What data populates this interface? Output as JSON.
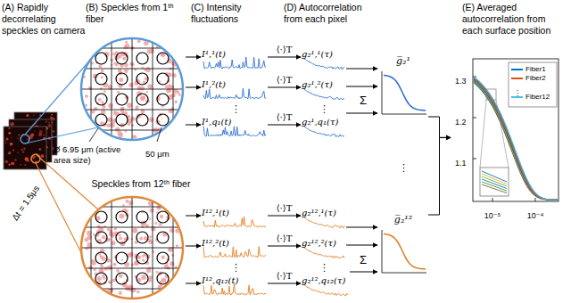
{
  "diagram": {
    "nodes": [
      {
        "text": [
          "(B) Speckles from 1ᵗʰ fiber"
        ]
      },
      {
        "text": [
          "I¹,¹(t)"
        ]
      },
      {
        "text": [
          "I¹,²(t)"
        ]
      },
      {
        "text": [
          "I¹,q₁(t)"
        ]
      },
      {
        "text": [
          "g₂¹,¹(τ)"
        ]
      },
      {
        "text": [
          "g₂¹,²(τ)"
        ]
      },
      {
        "text": [
          "g₂¹,q₁(τ)"
        ]
      },
      {
        "text": [
          "g̅₂¹"
        ]
      },
      {
        "text": [
          "Speckles from 12ᵗʰ fiber"
        ]
      },
      {
        "text": [
          "I¹²,¹(t)"
        ]
      },
      {
        "text": [
          "I¹²,²(t)"
        ]
      },
      {
        "text": [
          "I¹²,q₁₂(t)"
        ]
      },
      {
        "text": [
          "g₂¹²,¹(τ)"
        ]
      },
      {
        "text": [
          "g₂¹²,²(τ)"
        ]
      },
      {
        "text": [
          "g₂¹²,q₁₂(τ)"
        ]
      },
      {
        "text": [
          "g̅₂¹²"
        ]
      },
      {
        "text": [
          "(E) Averaged autocorrelation from each surface position"
        ]
      }
    ],
    "edges": [
      {
        "from": 0,
        "to": 1,
        "arrow": "to"
      },
      {
        "from": 0,
        "to": 2,
        "arrow": "to"
      },
      {
        "from": 0,
        "to": 3,
        "arrow": "to"
      },
      {
        "from": 1,
        "to": 4,
        "label": "⟨·⟩T",
        "arrow": "to"
      },
      {
        "from": 2,
        "to": 5,
        "label": "⟨·⟩T",
        "arrow": "to"
      },
      {
        "from": 3,
        "to": 6,
        "label": "⟨·⟩T",
        "arrow": "to"
      },
      {
        "from": 4,
        "to": 7,
        "arrow": "to"
      },
      {
        "from": 5,
        "to": 7,
        "arrow": "to"
      },
      {
        "from": 6,
        "to": 7,
        "arrow": "to"
      },
      {
        "from": 8,
        "to": 9,
        "arrow": "to"
      },
      {
        "from": 8,
        "to": 10,
        "arrow": "to"
      },
      {
        "from": 8,
        "to": 11,
        "arrow": "to"
      },
      {
        "from": 9,
        "to": 12,
        "label": "⟨·⟩T",
        "arrow": "to"
      },
      {
        "from": 10,
        "to": 13,
        "label": "⟨·⟩T",
        "arrow": "to"
      },
      {
        "from": 11,
        "to": 14,
        "label": "⟨·⟩T",
        "arrow": "to"
      },
      {
        "from": 12,
        "to": 15,
        "arrow": "to"
      },
      {
        "from": 13,
        "to": 15,
        "arrow": "to"
      },
      {
        "from": 14,
        "to": 15,
        "arrow": "to"
      },
      {
        "from": 7,
        "to": 16,
        "arrow": "to"
      },
      {
        "from": 15,
        "to": 16,
        "arrow": "to"
      }
    ],
    "labels": [
      "(A) Rapidly decorrelating speckles on camera",
      "(C) Intensity fluctuations",
      "(D) Autocorrelation from each pixel",
      "Δt = 1.5μs",
      "Ø 6.95 μm (active area size)",
      "50 μm",
      "⋮",
      "⋮",
      "Σ",
      "⋮",
      "⋮",
      "⋮",
      "Σ",
      "1.3",
      "1.2",
      "1.1",
      "10⁻⁵",
      "10⁻⁴",
      "⋮"
    ],
    "legend": [
      {
        "text": "Fiber1",
        "color": "#0072bd"
      },
      {
        "text": "Fiber2",
        "color": "#d95319"
      },
      {
        "text": "Fiber12",
        "color": "#4dbeee"
      }
    ]
  }
}
